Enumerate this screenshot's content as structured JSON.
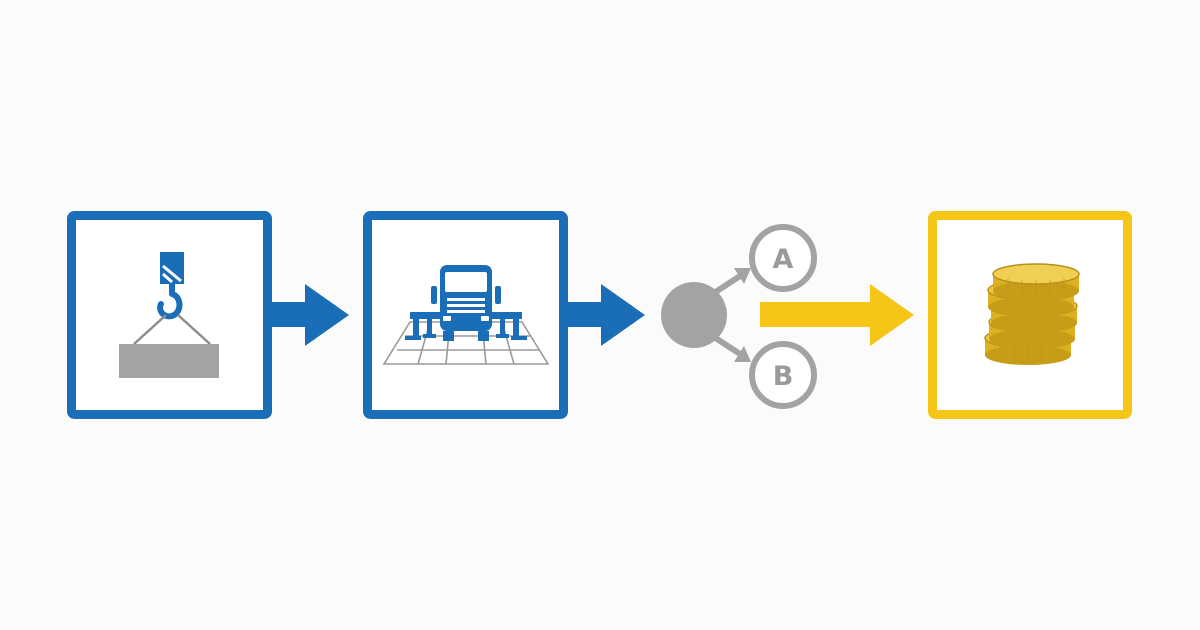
{
  "colors": {
    "background": "#fbfbfb",
    "blue": "#1a6eb8",
    "gold": "#f5c518",
    "gray": "#a3a3a3",
    "coin": "#dcb020",
    "coin_edge": "#b8901a"
  },
  "steps": [
    {
      "icon": "crane-hook-load-icon",
      "border": "blue"
    },
    {
      "icon": "truck-outriggers-grid-icon",
      "border": "blue"
    },
    {
      "icon": "decision-split-icon",
      "options": [
        "A",
        "B"
      ]
    },
    {
      "icon": "coin-stack-icon",
      "border": "gold"
    }
  ],
  "connectors": [
    {
      "from": 1,
      "to": 2,
      "color": "blue"
    },
    {
      "from": 2,
      "to": 3,
      "color": "blue"
    },
    {
      "from": 3,
      "to": 4,
      "color": "gold"
    }
  ]
}
